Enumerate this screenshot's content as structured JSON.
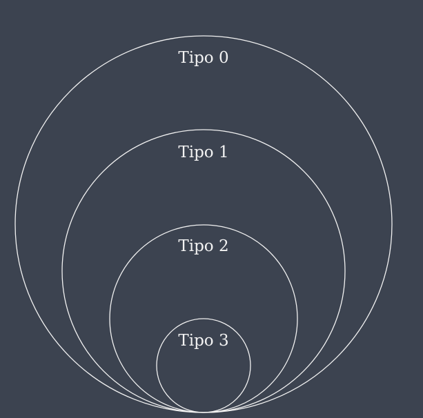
{
  "diagram": {
    "background_color": "#3c4350",
    "stroke_color": "#f2f2f2",
    "rings": [
      {
        "label": "Tipo 0"
      },
      {
        "label": "Tipo 1"
      },
      {
        "label": "Tipo 2"
      },
      {
        "label": "Tipo 3"
      }
    ]
  }
}
